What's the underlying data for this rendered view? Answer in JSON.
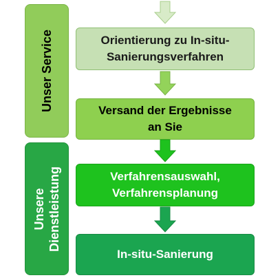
{
  "groups": [
    {
      "label": "Unser Service",
      "color": "#91cc5a"
    },
    {
      "label": "Unsere\nDienstleistung",
      "color": "#28a745"
    }
  ],
  "steps": [
    {
      "label": "Orientierung zu In-situ-\nSanierungsverfahren",
      "color": "#c6e0b4"
    },
    {
      "label": "Versand der Ergebnisse\nan Sie",
      "color": "#8ed04f"
    },
    {
      "label": "Verfahrensauswahl,\nVerfahrensplanung",
      "color": "#1ec21e"
    },
    {
      "label": "In-situ-Sanierung",
      "color": "#1ba550"
    }
  ],
  "arrows": [
    {
      "color": "#d8ebc8"
    },
    {
      "color": "#93d35a"
    },
    {
      "color": "#1ec21e"
    },
    {
      "color": "#1ba550"
    }
  ]
}
